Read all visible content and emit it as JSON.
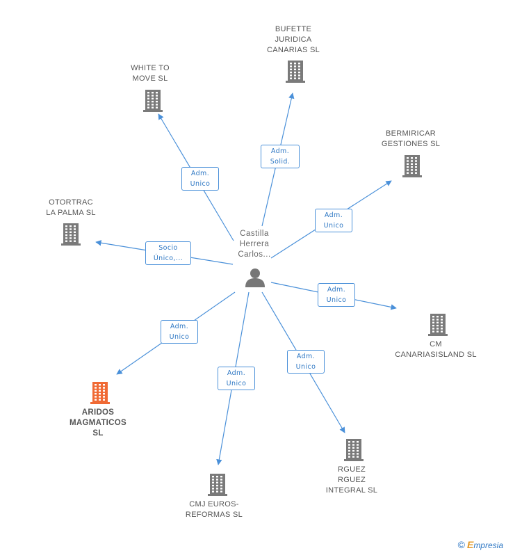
{
  "center": {
    "name": "Castilla\nHerrera\nCarlos...",
    "icon": "person-icon"
  },
  "companies": [
    {
      "key": "bufette",
      "name": "BUFETTE\nJURIDICA\nCANARIAS SL",
      "role": "Adm.\nSolid.",
      "icon": "building-icon",
      "highlight": false
    },
    {
      "key": "white-to-move",
      "name": "WHITE TO\nMOVE SL",
      "role": "Adm.\nUnico",
      "icon": "building-icon",
      "highlight": false
    },
    {
      "key": "bermiricar",
      "name": "BERMIRICAR\nGESTIONES SL",
      "role": "Adm.\nUnico",
      "icon": "building-icon",
      "highlight": false
    },
    {
      "key": "otortrac",
      "name": "OTORTRAC\nLA PALMA SL",
      "role": "Socio\nÚnico,...",
      "icon": "building-icon",
      "highlight": false
    },
    {
      "key": "cm-canariasisland",
      "name": "CM\nCANARIASISLAND SL",
      "role": "Adm.\nUnico",
      "icon": "building-icon",
      "highlight": false
    },
    {
      "key": "aridos",
      "name": "ARIDOS\nMAGMATICOS\nSL",
      "role": "Adm.\nUnico",
      "icon": "building-icon",
      "highlight": true
    },
    {
      "key": "cmj-euros",
      "name": "CMJ EUROS-\nREFORMAS SL",
      "role": "Adm.\nUnico",
      "icon": "building-icon",
      "highlight": false
    },
    {
      "key": "rguez",
      "name": "RGUEZ\nRGUEZ\nINTEGRAL SL",
      "role": "Adm.\nUnico",
      "icon": "building-icon",
      "highlight": false
    }
  ],
  "colors": {
    "edge": "#4a90d9",
    "building": "#7a7a7a",
    "highlight": "#f06a35",
    "person": "#777777"
  },
  "footer": {
    "copyright": "©",
    "brand_e": "E",
    "brand_rest": "mpresia"
  }
}
